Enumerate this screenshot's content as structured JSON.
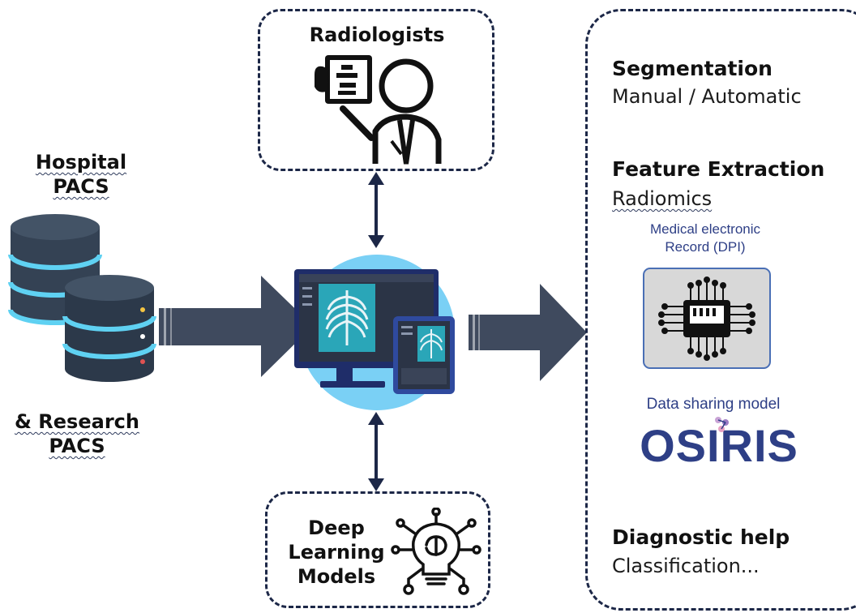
{
  "left": {
    "hospital_line1": "Hospital",
    "hospital_line2": "PACS",
    "research_line1": "& Research",
    "research_line2": "PACS"
  },
  "top_box": {
    "label": "Radiologists"
  },
  "bottom_box": {
    "label_line1": "Deep",
    "label_line2": "Learning",
    "label_line3": "Models"
  },
  "right_panel": {
    "segmentation_title": "Segmentation",
    "segmentation_sub": "Manual / Automatic",
    "feature_title": "Feature Extraction",
    "feature_sub": "Radiomics",
    "record_line1": "Medical electronic",
    "record_line2": "Record (DPI)",
    "sharing_label": "Data sharing model",
    "osiris_logo": "OSIRIS",
    "diagnostic_title": "Diagnostic help",
    "diagnostic_sub": "Classification..."
  },
  "colors": {
    "navy": "#1c2747",
    "arrow": "#3f4a5e",
    "db_body": "#344254",
    "db_glow": "#5fd1f2",
    "circle": "#7ad0f5",
    "accent_blue": "#2e3f86"
  }
}
